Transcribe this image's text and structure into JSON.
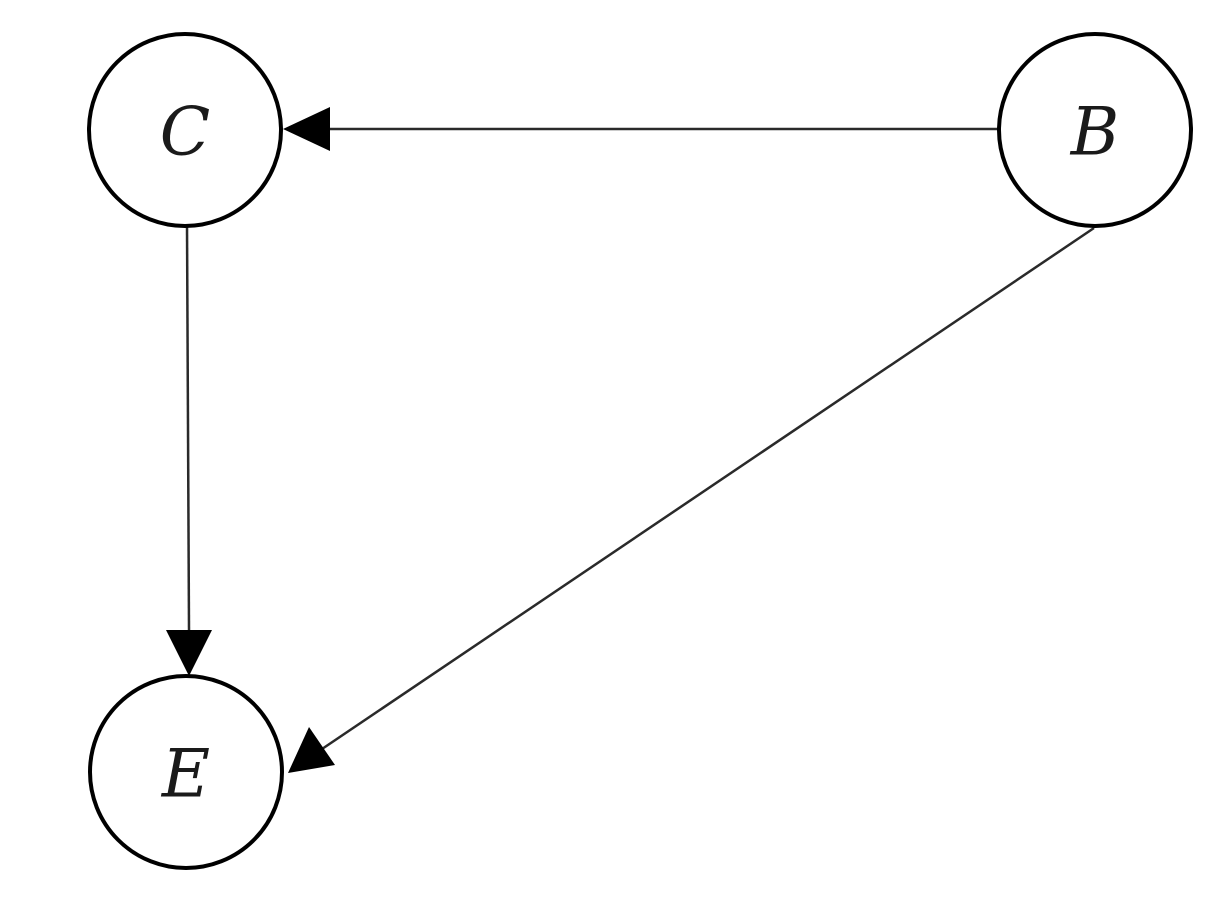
{
  "nodes": {
    "c": {
      "label": "C"
    },
    "b": {
      "label": "B"
    },
    "e": {
      "label": "E"
    }
  },
  "edges": [
    {
      "from": "B",
      "to": "C"
    },
    {
      "from": "C",
      "to": "E"
    },
    {
      "from": "B",
      "to": "E"
    }
  ],
  "colors": {
    "stroke": "#000000",
    "edge": "#2a2a2a",
    "background": "#ffffff"
  }
}
